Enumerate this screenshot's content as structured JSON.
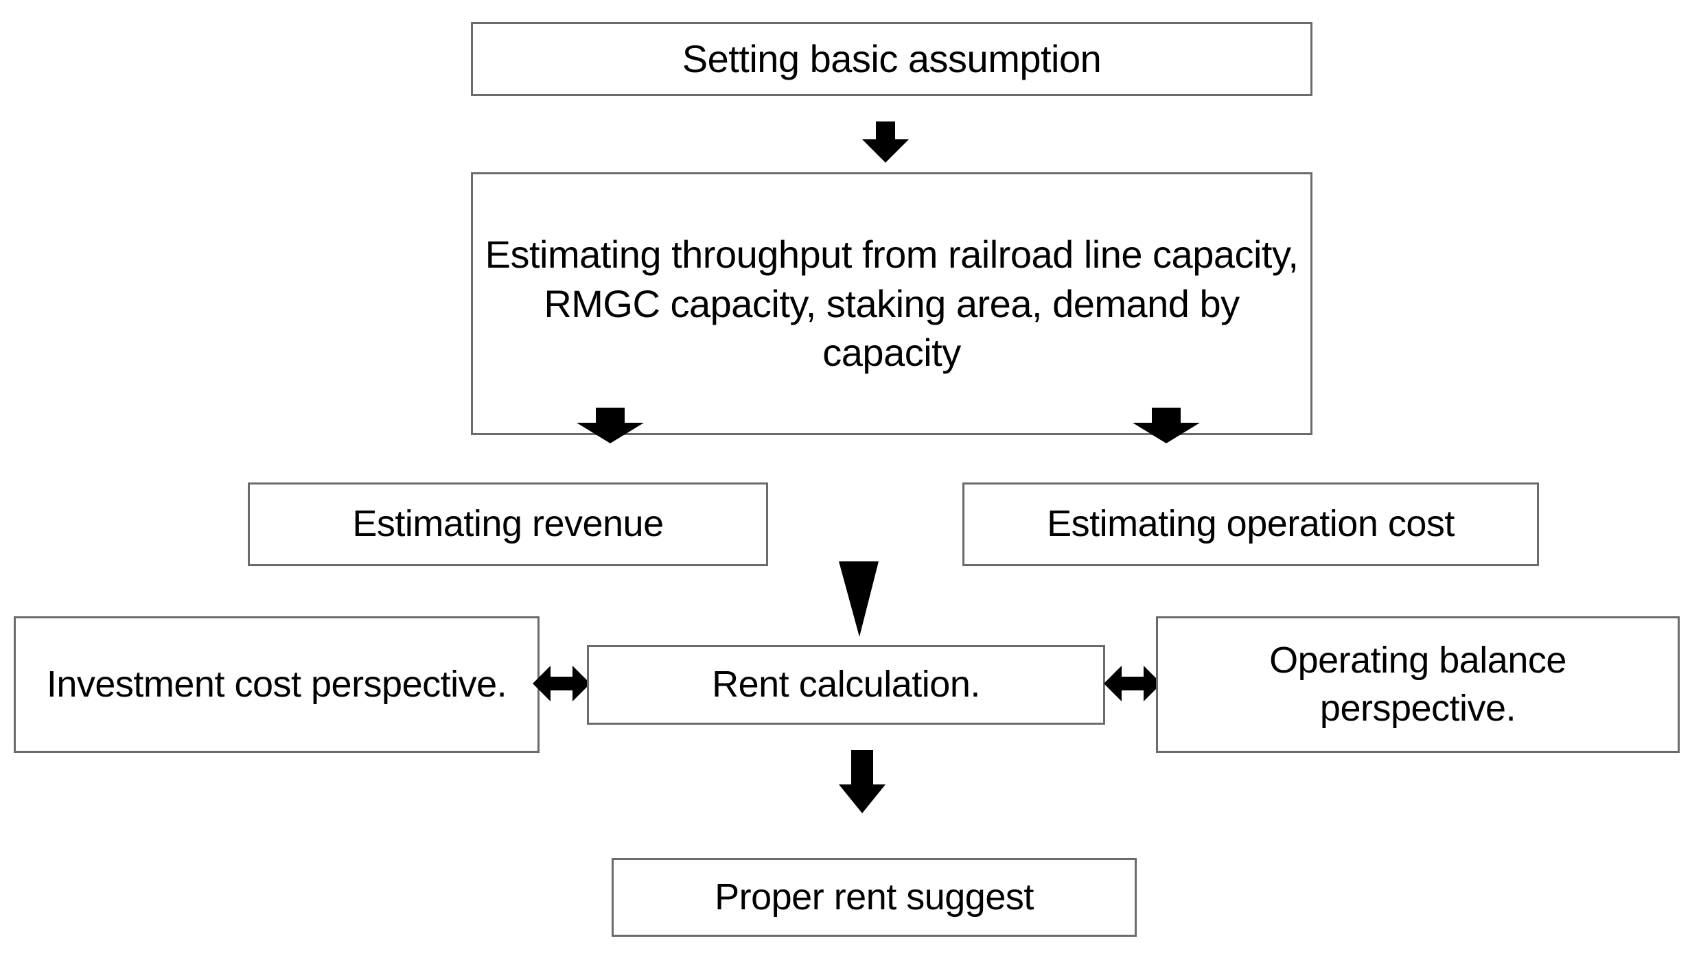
{
  "diagram": {
    "title": "Rent calculation process flowchart",
    "background_color": "#ffffff",
    "box_border_color": "#6b6b6b",
    "text_color": "#000000",
    "arrow_color": "#000000",
    "nodes": [
      {
        "id": "setting-basic-assumption",
        "label": "Setting basic assumption"
      },
      {
        "id": "estimating-throughput",
        "label": "Estimating throughput from railroad line capacity, RMGC capacity, staking area, demand by capacity"
      },
      {
        "id": "estimating-revenue",
        "label": "Estimating revenue"
      },
      {
        "id": "estimating-operation-cost",
        "label": "Estimating operation cost"
      },
      {
        "id": "investment-cost-perspective",
        "label": "Investment cost perspective."
      },
      {
        "id": "rent-calculation",
        "label": "Rent calculation."
      },
      {
        "id": "operating-balance-perspective",
        "label": "Operating balance perspective."
      },
      {
        "id": "proper-rent-suggest",
        "label": "Proper rent suggest"
      }
    ],
    "connectors": [
      {
        "id": "assumption-to-throughput",
        "from": "setting-basic-assumption",
        "to": "estimating-throughput",
        "glyph": "down-arrow",
        "direction": "down"
      },
      {
        "id": "throughput-to-revenue",
        "from": "estimating-throughput",
        "to": "estimating-revenue",
        "glyph": "down-arrow",
        "direction": "down"
      },
      {
        "id": "throughput-to-cost",
        "from": "estimating-throughput",
        "to": "estimating-operation-cost",
        "glyph": "down-arrow",
        "direction": "down"
      },
      {
        "id": "revenue-to-rent",
        "from": "estimating-revenue",
        "to": "rent-calculation",
        "glyph": "down-triangle",
        "direction": "down"
      },
      {
        "id": "rent-to-investment",
        "from": "rent-calculation",
        "to": "investment-cost-perspective",
        "glyph": "double-arrow",
        "direction": "horizontal"
      },
      {
        "id": "rent-to-operating",
        "from": "rent-calculation",
        "to": "operating-balance-perspective",
        "glyph": "double-arrow",
        "direction": "horizontal"
      },
      {
        "id": "rent-to-proper",
        "from": "rent-calculation",
        "to": "proper-rent-suggest",
        "glyph": "down-arrow",
        "direction": "down"
      }
    ]
  }
}
